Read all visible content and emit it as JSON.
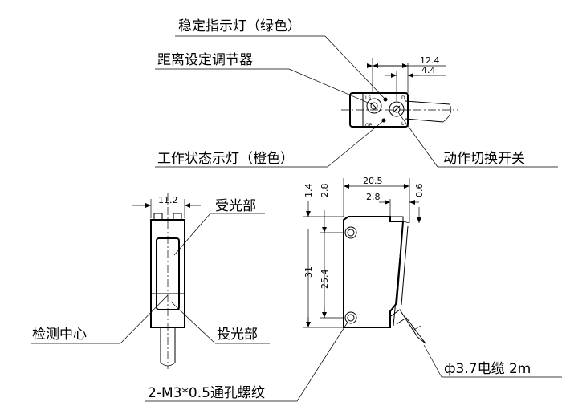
{
  "labels": {
    "stable_indicator": "稳定指示灯（绿色）",
    "distance_adjuster": "距离设定调节器",
    "status_indicator": "工作状态示灯（橙色）",
    "mode_switch": "动作切换开关",
    "receiver": "受光部",
    "detect_center": "检测中心",
    "emitter": "投光部",
    "cable": "ф3.7电缆 2m",
    "mount_holes": "2-M3*0.5通孔螺纹"
  },
  "dimensions": {
    "top_width": "12.4",
    "top_offset": "4.4",
    "front_width": "11.2",
    "side_width": "20.5",
    "side_offset": "2.8",
    "dim_1_4": "1.4",
    "dim_2_8_v": "2.8",
    "dim_0_6": "0.6",
    "height_31": "31",
    "hole_pitch": "25.4"
  },
  "panel_marks": {
    "ls": "LS",
    "op": "OP",
    "d": "D",
    "l": "L"
  }
}
